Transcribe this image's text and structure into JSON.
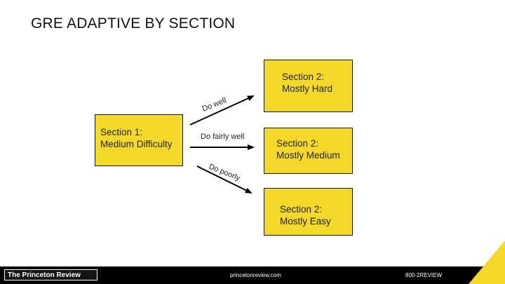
{
  "title": "GRE ADAPTIVE BY SECTION",
  "boxes": {
    "section1": {
      "line1": "Section 1:",
      "line2": "Medium Difficulty"
    },
    "hard": {
      "line1": "Section 2:",
      "line2": "Mostly Hard"
    },
    "medium": {
      "line1": "Section 2:",
      "line2": "Mostly Medium"
    },
    "easy": {
      "line1": "Section 2:",
      "line2": "Mostly Easy"
    }
  },
  "arrows": {
    "well": "Do well",
    "fairly": "Do fairly well",
    "poorly": "Do poorly"
  },
  "footer": {
    "brand": "The Princeton Review",
    "website": "princetonreview.com",
    "phone": "800-2REVIEW"
  },
  "colors": {
    "box_fill": "#f4d92a",
    "accent_corner": "#f4d92a",
    "footer_bg": "#000000"
  }
}
